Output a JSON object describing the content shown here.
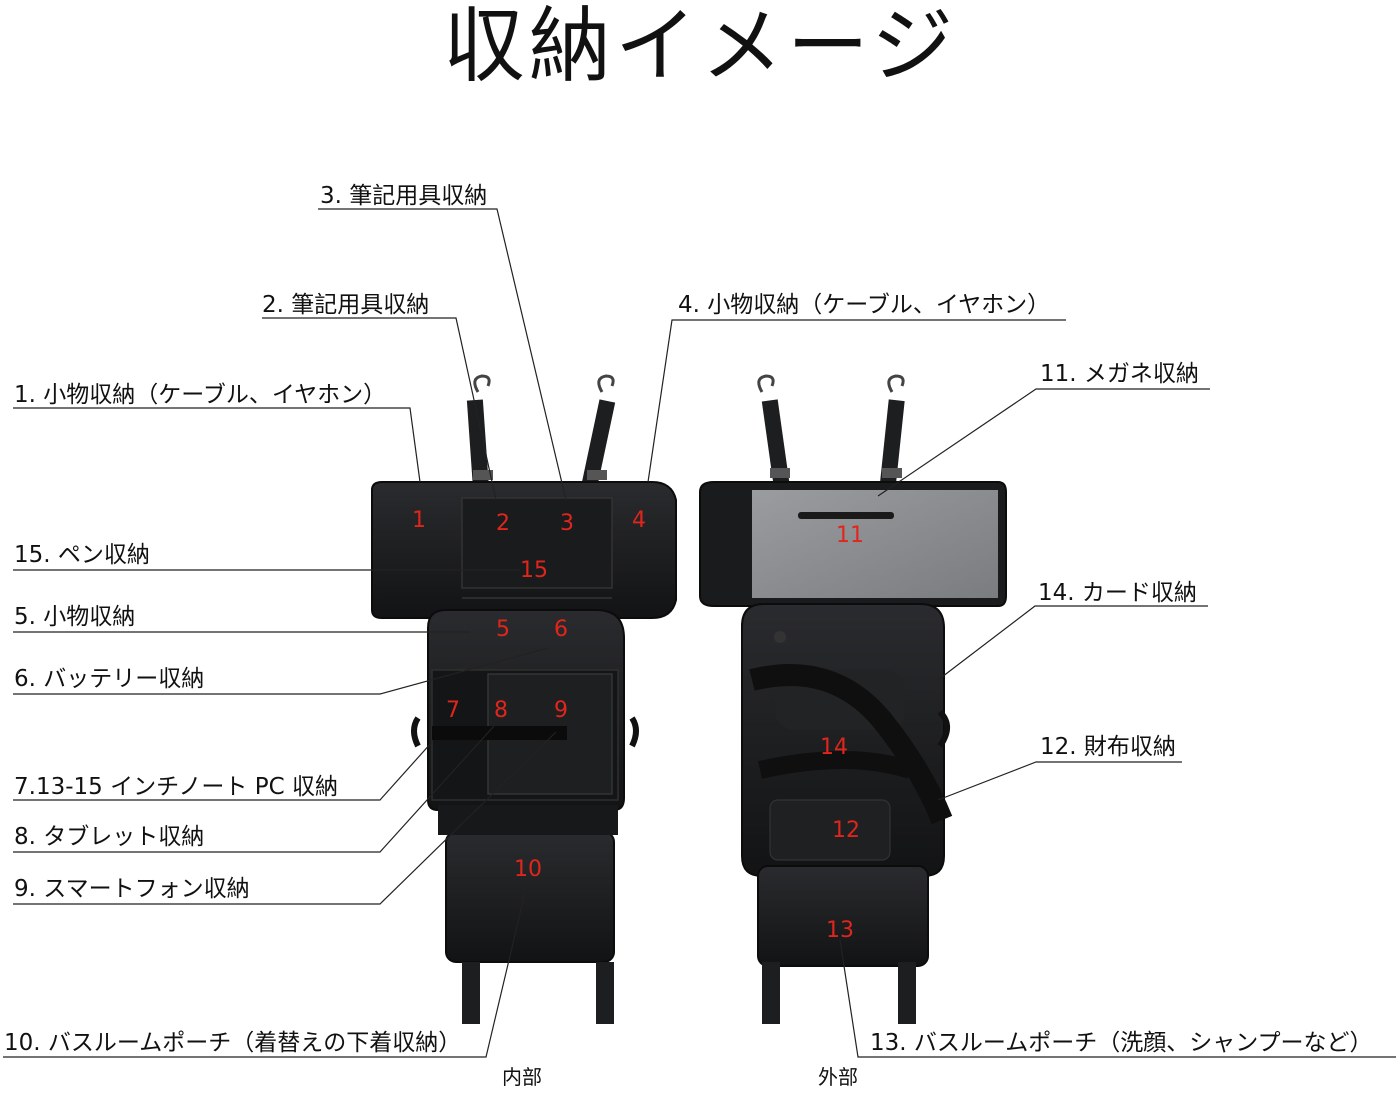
{
  "title": "収納イメージ",
  "captions": {
    "inner": "内部",
    "outer": "外部"
  },
  "callouts": [
    {
      "id": "c1",
      "text": "1. 小物収納（ケーブル、イヤホン）"
    },
    {
      "id": "c2",
      "text": "2. 筆記用具収納"
    },
    {
      "id": "c3",
      "text": "3. 筆記用具収納"
    },
    {
      "id": "c4",
      "text": "4. 小物収納（ケーブル、イヤホン）"
    },
    {
      "id": "c5",
      "text": "5. 小物収納"
    },
    {
      "id": "c6",
      "text": "6. バッテリー収納"
    },
    {
      "id": "c7",
      "text": "7.13-15 インチノート PC 収納"
    },
    {
      "id": "c8",
      "text": "8. タブレット収納"
    },
    {
      "id": "c9",
      "text": "9. スマートフォン収納"
    },
    {
      "id": "c10",
      "text": "10. バスルームポーチ（着替えの下着収納）"
    },
    {
      "id": "c11",
      "text": "11. メガネ収納"
    },
    {
      "id": "c12",
      "text": "12. 財布収納"
    },
    {
      "id": "c13",
      "text": "13. バスルームポーチ（洗顔、シャンプーなど）"
    },
    {
      "id": "c14",
      "text": "14. カード収納"
    },
    {
      "id": "c15",
      "text": "15. ペン収納"
    }
  ],
  "markers": {
    "m1": "1",
    "m2": "2",
    "m3": "3",
    "m4": "4",
    "m5": "5",
    "m6": "6",
    "m7": "7",
    "m8": "8",
    "m9": "9",
    "m10": "10",
    "m11": "11",
    "m12": "12",
    "m13": "13",
    "m14": "14",
    "m15": "15"
  },
  "colors": {
    "marker": "#e0261c",
    "bag_dark": "#1b1c1e",
    "bag_grey": "#8a8c8f"
  }
}
